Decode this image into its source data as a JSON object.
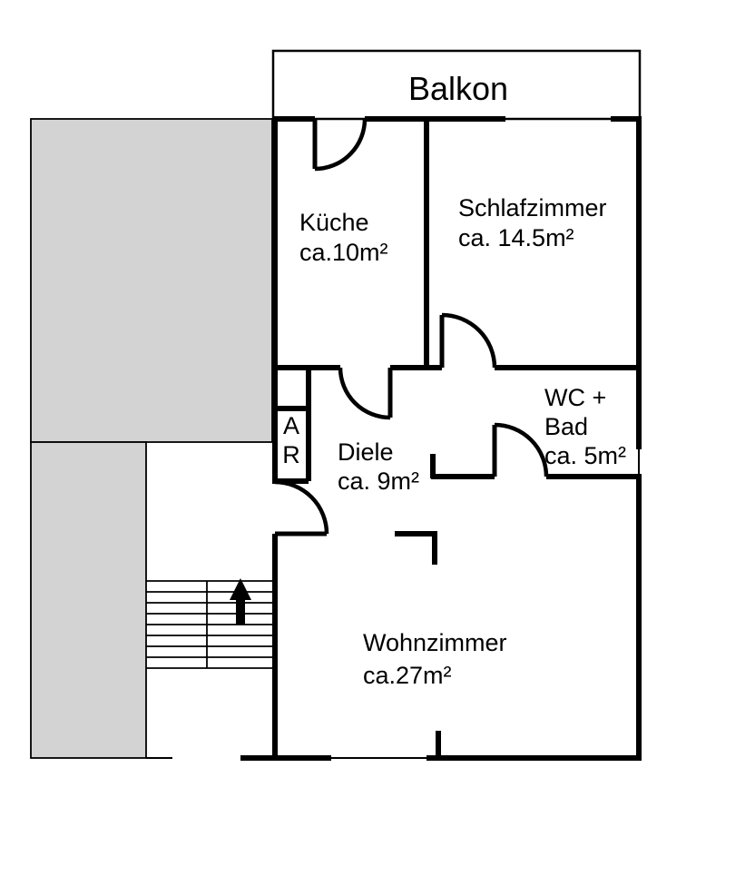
{
  "floorplan": {
    "balcony": {
      "label": "Balkon"
    },
    "rooms": {
      "kitchen": {
        "name": "Küche",
        "area": "ca.10m²"
      },
      "bedroom": {
        "name": "Schlafzimmer",
        "area": "ca. 14.5m²"
      },
      "bath": {
        "name_line1": "WC +",
        "name_line2": "Bad",
        "area": "ca. 5m²"
      },
      "storage": {
        "letter1": "A",
        "letter2": "R"
      },
      "hall": {
        "name": "Diele",
        "area": "ca. 9m²"
      },
      "living": {
        "name": "Wohnzimmer",
        "area": "ca.27m²"
      }
    },
    "colors": {
      "wall": "#000000",
      "adjacent_building_fill": "#d3d3d3",
      "background": "#ffffff"
    }
  }
}
